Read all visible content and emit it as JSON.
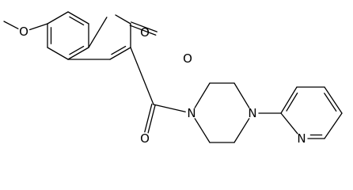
{
  "atoms": [
    {
      "id": "O-methoxy",
      "symbol": "O"
    },
    {
      "id": "O-ring",
      "symbol": "O"
    },
    {
      "id": "O-lactone-carbonyl",
      "symbol": "O"
    },
    {
      "id": "O-amide-carbonyl",
      "symbol": "O"
    },
    {
      "id": "N-piperazine-1",
      "symbol": "N"
    },
    {
      "id": "N-piperazine-4",
      "symbol": "N"
    },
    {
      "id": "N-pyridine",
      "symbol": "N"
    }
  ],
  "colors": {
    "bond": "#000000",
    "label": "#000000",
    "background": "#ffffff"
  }
}
